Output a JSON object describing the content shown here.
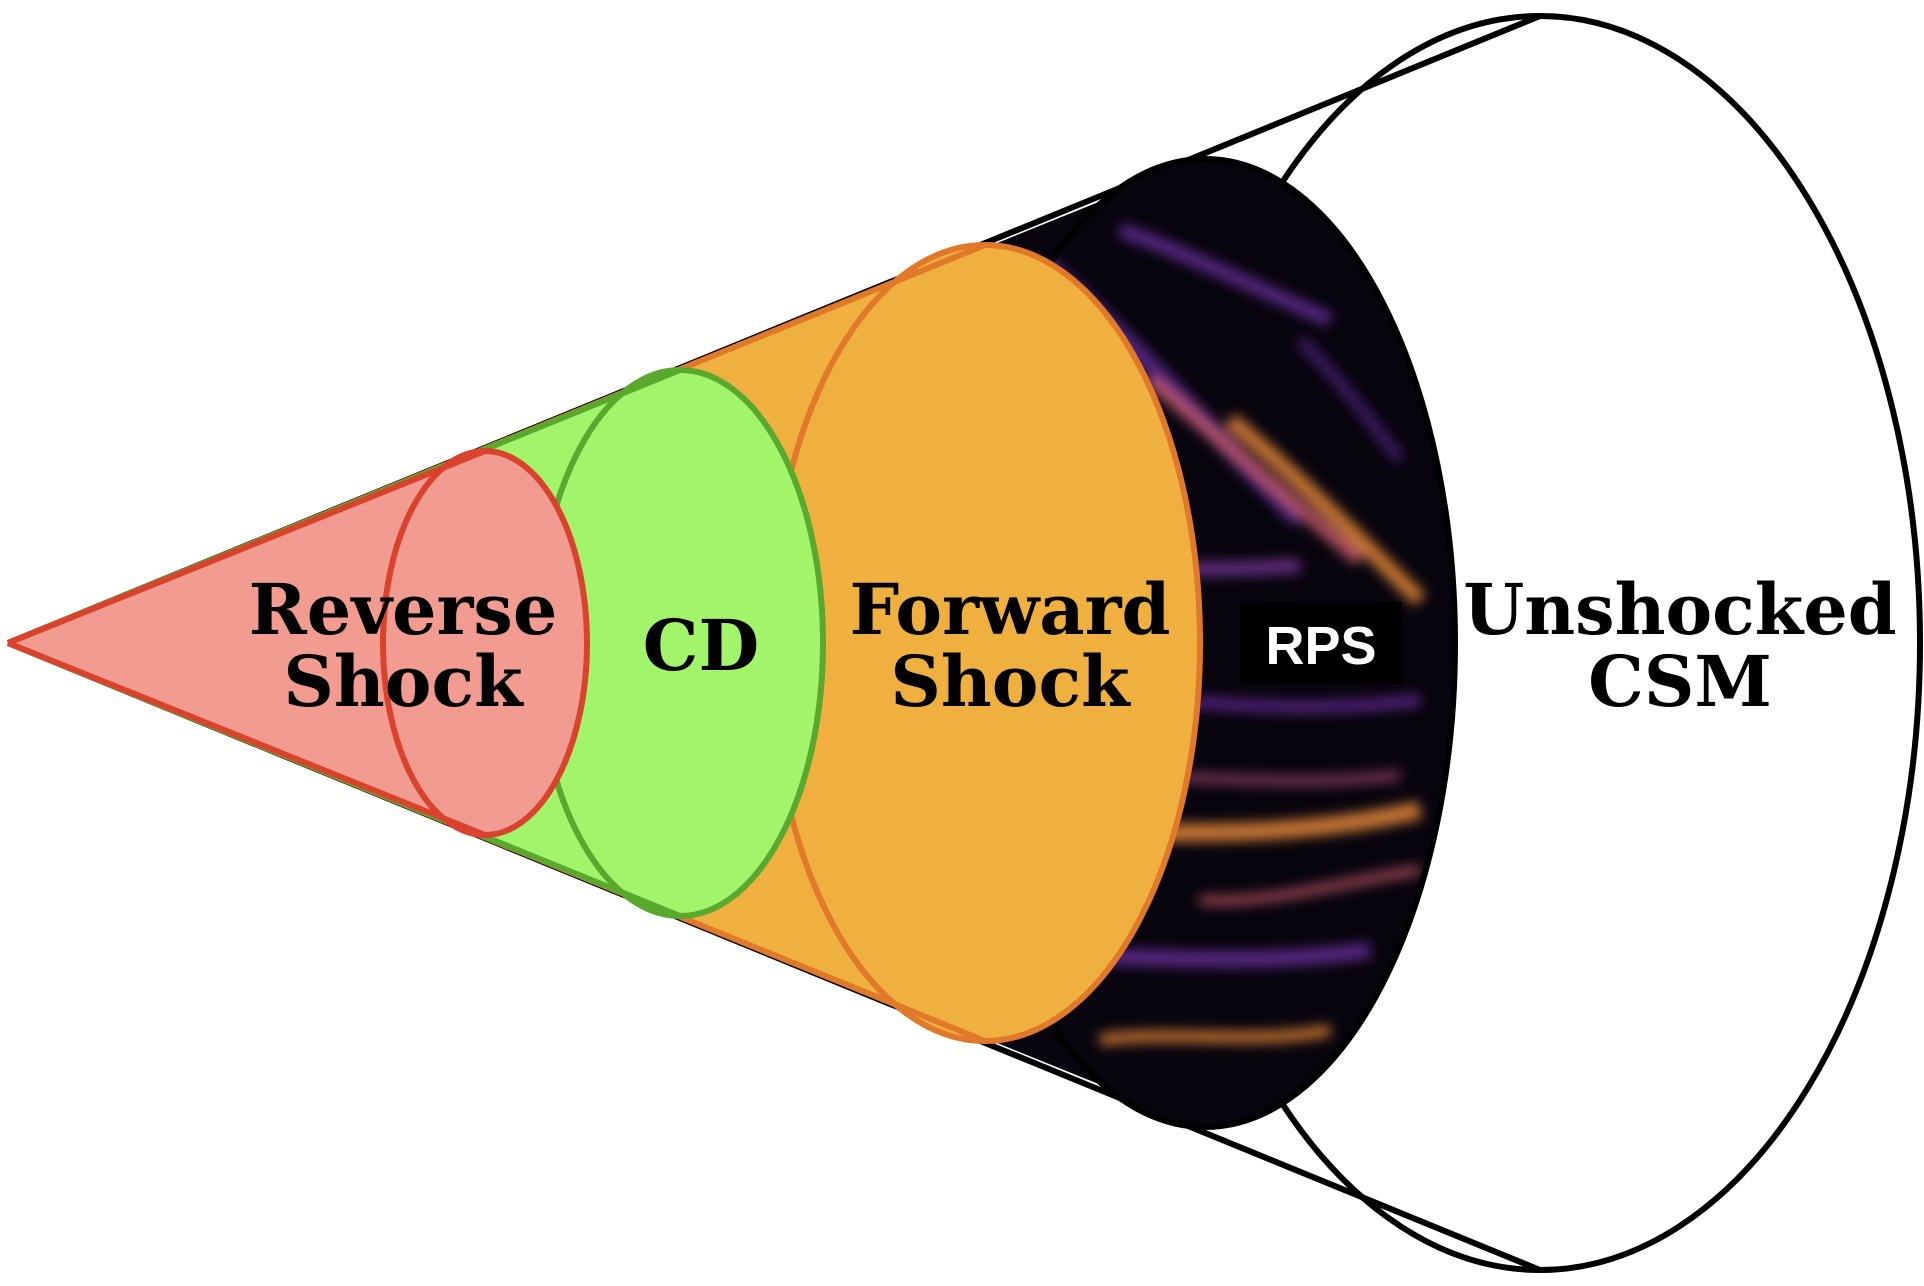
{
  "diagram": {
    "labels": {
      "reverse_shock_line1": "Reverse",
      "reverse_shock_line2": "Shock",
      "contact_discontinuity": "CD",
      "forward_shock_line1": "Forward",
      "forward_shock_line2": "Shock",
      "rps": "RPS",
      "unshocked_csm_line1": "Unshocked",
      "unshocked_csm_line2": "CSM"
    },
    "colors": {
      "reverse_shock_fill": "#f29b90",
      "reverse_shock_stroke": "#d9432e",
      "cd_fill": "#a2f56b",
      "cd_stroke": "#5aa82e",
      "forward_shock_fill": "#f0b03f",
      "forward_shock_stroke": "#e07a2a",
      "rps_background": "#08040e",
      "rps_streak_purple": "#6b2fa0",
      "rps_streak_orange": "#e8883a",
      "outer_stroke": "#000000"
    }
  }
}
